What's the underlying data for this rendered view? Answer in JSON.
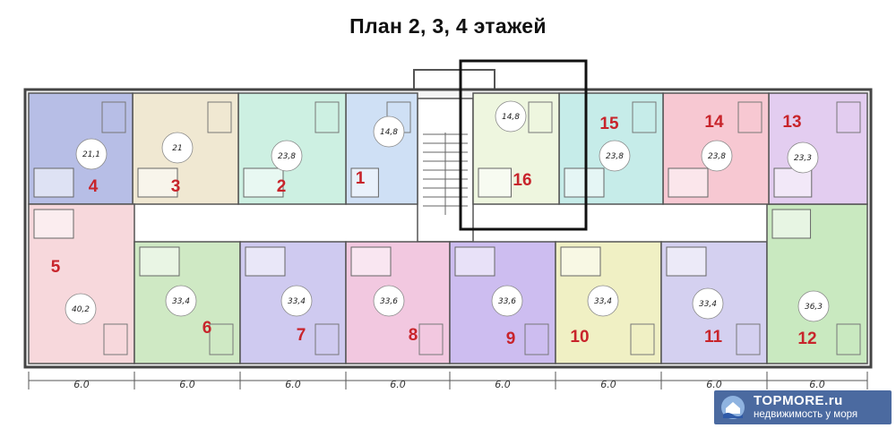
{
  "title": "План 2, 3, 4 этажей",
  "apartments": [
    {
      "number": "1",
      "area": "14,8",
      "color": "#cfe0f5"
    },
    {
      "number": "2",
      "area": "23,8",
      "color": "#cdf0e2"
    },
    {
      "number": "3",
      "area": "21",
      "color": "#f0e8d2"
    },
    {
      "number": "4",
      "area": "21,1",
      "color": "#b7bee6"
    },
    {
      "number": "5",
      "area": "40,2",
      "color": "#f7d8dc"
    },
    {
      "number": "6",
      "area": "33,4",
      "color": "#cfe9c4"
    },
    {
      "number": "7",
      "area": "33,4",
      "color": "#cfcaf0"
    },
    {
      "number": "8",
      "area": "33,6",
      "color": "#f2c8e0"
    },
    {
      "number": "9",
      "area": "33,6",
      "color": "#cdbdf0"
    },
    {
      "number": "10",
      "area": "33,4",
      "color": "#f0f0c4"
    },
    {
      "number": "11",
      "area": "33,4",
      "color": "#d4d0f0"
    },
    {
      "number": "12",
      "area": "36,3",
      "color": "#c9e9c0"
    },
    {
      "number": "13",
      "area": "23,3",
      "color": "#e3cdf0"
    },
    {
      "number": "14",
      "area": "23,8",
      "color": "#f7c8d2"
    },
    {
      "number": "15",
      "area": "23,8",
      "color": "#c6ece9"
    },
    {
      "number": "16",
      "area": "14,8",
      "color": "#eef6df"
    }
  ],
  "dimensions": [
    "6.0",
    "6.0",
    "6.0",
    "6.0",
    "6.0",
    "6.0",
    "6.0",
    "6.0"
  ],
  "logo": {
    "name": "TOPMORE.ru",
    "tagline": "недвижимость у моря",
    "icon": "house-wave-icon"
  }
}
